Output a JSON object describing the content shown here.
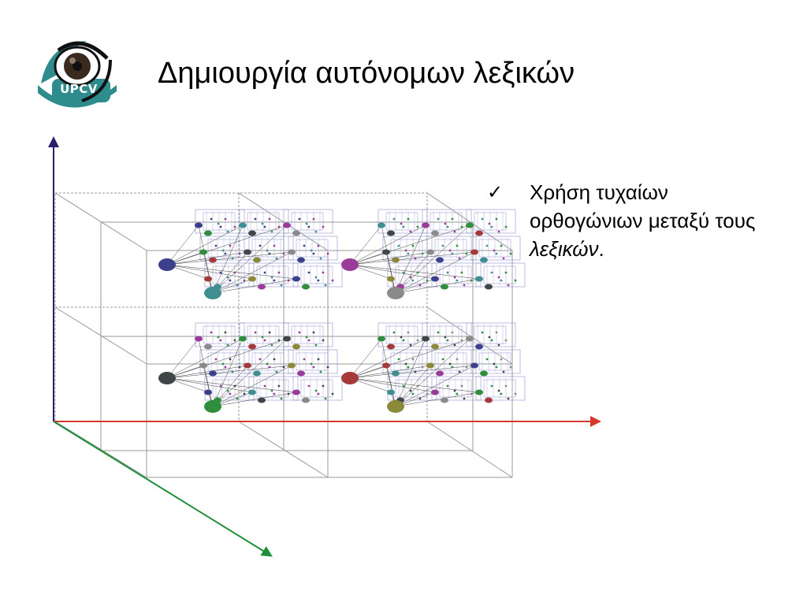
{
  "slide": {
    "title": "Δημιουργία αυτόνομων λεξικών",
    "logo": {
      "text": "UPCV",
      "icon": "eye-logo-icon",
      "colors": {
        "teal": "#2f8c8c",
        "iris": "#3a2a1e",
        "ring": "#111111"
      }
    },
    "bullet": {
      "marker": "✓",
      "marker_icon": "checkmark-icon",
      "text_plain": "Χρήση τυχαίων ορθογώνιων μεταξύ τους ",
      "text_italic": "λεξικών",
      "text_suffix": "."
    }
  },
  "diagram": {
    "axis_colors": {
      "vertical": "#2a1f6e",
      "horizontal": "#d33a2c",
      "depth": "#1f8f3a"
    },
    "grid_color": "#9a9a9a",
    "subgrid_color": "#8f8fd0",
    "node_colors": [
      "#3b3f8c",
      "#3f8f92",
      "#9a3b9a",
      "#2e8e3e",
      "#404548",
      "#8a8a8a",
      "#a53a3a",
      "#8a8a3a"
    ],
    "blocks": [
      {
        "id": "top-left",
        "hub_colors": [
          "#3b3f8c",
          "#3f8f92"
        ]
      },
      {
        "id": "top-right",
        "hub_colors": [
          "#9a3b9a",
          "#8a8a8a"
        ]
      },
      {
        "id": "bottom-left",
        "hub_colors": [
          "#404548",
          "#2e8e3e"
        ]
      },
      {
        "id": "bottom-right",
        "hub_colors": [
          "#a53a3a",
          "#8a8a3a"
        ]
      }
    ]
  }
}
